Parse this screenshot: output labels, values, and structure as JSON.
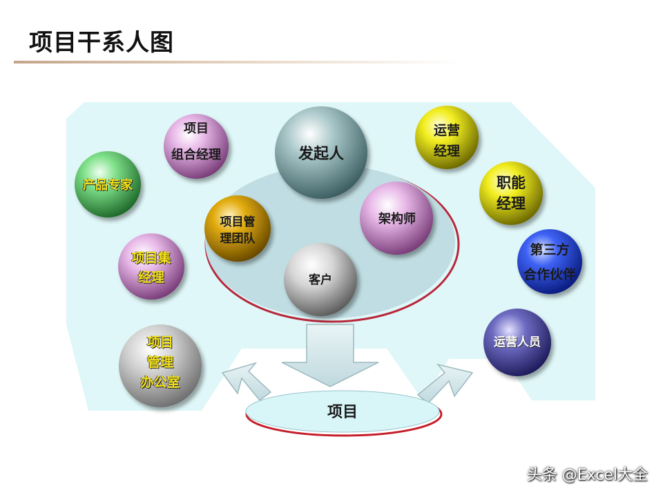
{
  "page": {
    "title": "项目干系人图"
  },
  "nodes": [
    {
      "id": "portfolio-manager",
      "lines": [
        "项目",
        "组合经理"
      ],
      "color": "#d8a0d8"
    },
    {
      "id": "sponsor",
      "lines": [
        "发起人"
      ],
      "color": "#8fb3b6"
    },
    {
      "id": "operations-manager",
      "lines": [
        "运营",
        "经理"
      ],
      "color": "#ede81a"
    },
    {
      "id": "functional-manager",
      "lines": [
        "职能",
        "经理"
      ],
      "color": "#ede81a"
    },
    {
      "id": "product-expert",
      "lines": [
        "产品专家"
      ],
      "color": "#6cd47a"
    },
    {
      "id": "pm-team",
      "lines": [
        "项目管",
        "理团队"
      ],
      "color": "#d9a000"
    },
    {
      "id": "architect",
      "lines": [
        "架构师"
      ],
      "color": "#d8a0d8"
    },
    {
      "id": "third-party-partner",
      "lines": [
        "第三方",
        "合作伙伴"
      ],
      "color": "#2d4cf0"
    },
    {
      "id": "program-manager",
      "lines": [
        "项目集",
        "经理"
      ],
      "color": "#d8a0d8"
    },
    {
      "id": "customer",
      "lines": [
        "客户"
      ],
      "color": "#c8c8c8"
    },
    {
      "id": "operations-staff",
      "lines": [
        "运营人员"
      ],
      "color": "#5a58b0"
    },
    {
      "id": "pmo",
      "lines": [
        "项目",
        "管理",
        "办公室"
      ],
      "color": "#c6c6c6"
    }
  ],
  "project": {
    "label": "项目"
  },
  "watermark": "头条 @Excel大全"
}
